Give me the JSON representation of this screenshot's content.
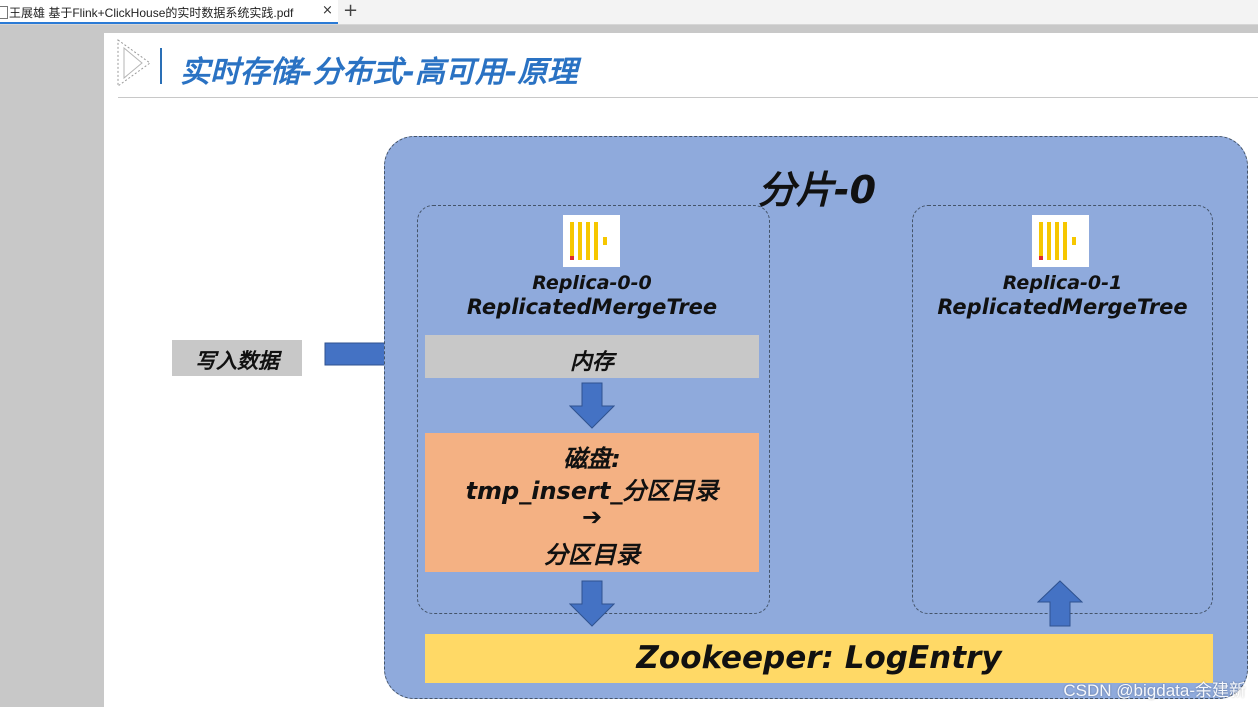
{
  "tabs": [
    {
      "title": "王展雄 基于Flink+ClickHouse的实时数据系统实践.pdf",
      "close": "×"
    }
  ],
  "new_tab": "+",
  "slide": {
    "title": "实时存储-分布式-高可用-原理",
    "write_label": "写入数据",
    "shard_title": "分片-0",
    "replicas": [
      {
        "name": "Replica-0-0",
        "engine": "ReplicatedMergeTree",
        "logo_icon": "clickhouse-logo-icon"
      },
      {
        "name": "Replica-0-1",
        "engine": "ReplicatedMergeTree",
        "logo_icon": "clickhouse-logo-icon"
      }
    ],
    "memory_label": "内存",
    "disk_lines": [
      "磁盘:",
      "tmp_insert_分区目录",
      "➔",
      "分区目录"
    ],
    "zookeeper_label": "Zookeeper: LogEntry"
  },
  "watermark": "CSDN @bigdata-余建新",
  "colors": {
    "shard_fill": "#8faadc",
    "arrow": "#4472c4",
    "memory": "#c8c8c8",
    "disk": "#f4b183",
    "zookeeper": "#ffd966",
    "title": "#2a72c3"
  }
}
